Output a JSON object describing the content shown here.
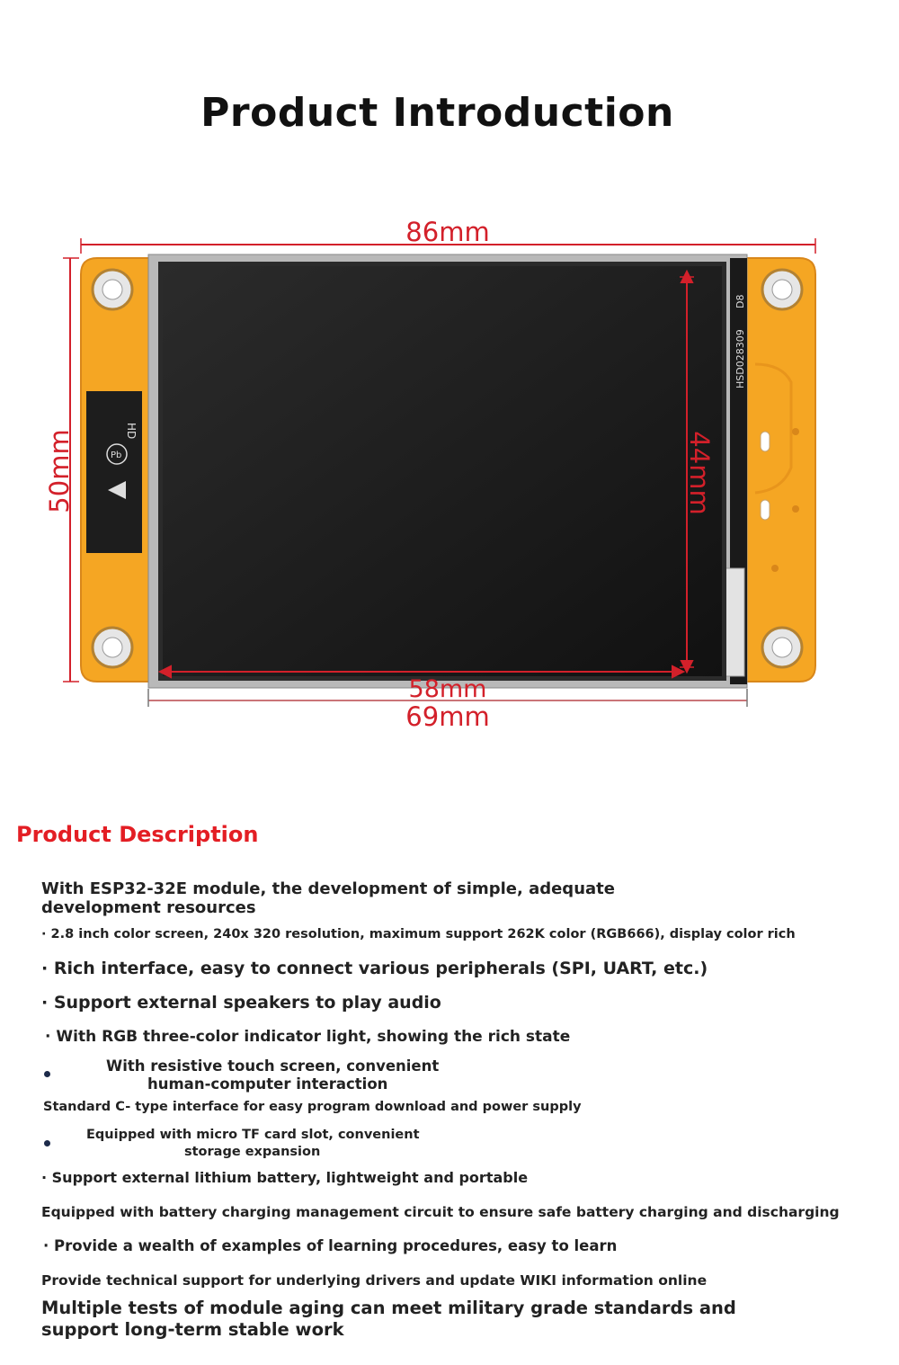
{
  "page_title": "Product Introduction",
  "dimensions": {
    "width_overall": "86mm",
    "height_overall": "50mm",
    "screen_height": "44mm",
    "screen_width": "58mm",
    "lcd_width": "69mm"
  },
  "board_print": {
    "lcd_model": "HSD028309",
    "lcd_code": "D8",
    "hd_mark": "HD",
    "pb_mark": "Pb"
  },
  "colors": {
    "pcb": "#f5a623",
    "dimension": "#d3202a",
    "heading": "#e31e24"
  },
  "description": {
    "heading": "Product Description",
    "intro_line1": "With ESP32-32E module, the development of simple, adequate",
    "intro_line2": "development resources",
    "item_screen": "· 2.8 inch color screen, 240x 320 resolution, maximum support 262K color (RGB666), display color rich",
    "item_interface": "· Rich interface, easy to connect various peripherals (SPI, UART, etc.)",
    "item_speaker": "· Support external speakers to play audio",
    "item_rgb": "· With RGB three-color indicator light, showing the rich state",
    "item_touch_line1": "With resistive touch screen, convenient",
    "item_touch_line2": "human-computer interaction",
    "item_typec": "Standard C- type interface for easy program download and power supply",
    "item_tf_line1": "Equipped with micro TF card slot, convenient",
    "item_tf_line2": "storage expansion",
    "item_battery": "· Support external lithium battery, lightweight and portable",
    "item_charging": "Equipped with battery charging management circuit to ensure safe battery charging and discharging",
    "item_examples": "· Provide a wealth of examples of learning procedures, easy to learn",
    "item_support": "Provide technical support for underlying drivers and update WIKI information online",
    "item_aging_line1": "Multiple tests of module aging can meet military grade standards and",
    "item_aging_line2": "support long-term stable work"
  }
}
